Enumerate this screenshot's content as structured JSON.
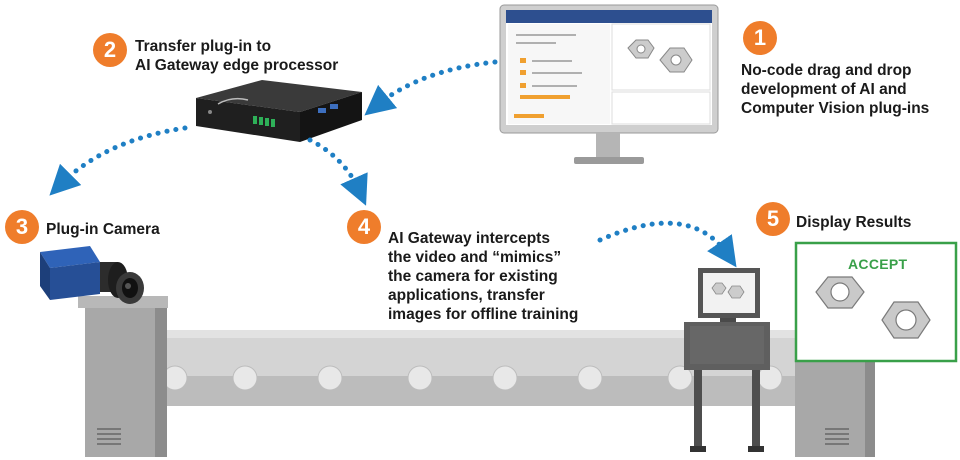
{
  "steps": [
    {
      "number": "1",
      "lines": [
        "No-code drag and drop",
        "development of AI and",
        "Computer Vision plug-ins"
      ]
    },
    {
      "number": "2",
      "lines": [
        "Transfer plug-in to",
        "AI Gateway edge processor"
      ]
    },
    {
      "number": "3",
      "lines": [
        "Plug-in Camera"
      ]
    },
    {
      "number": "4",
      "lines": [
        "AI Gateway intercepts",
        "the video and “mimics”",
        "the camera for existing",
        "applications, transfer",
        "images for offline training"
      ]
    },
    {
      "number": "5",
      "lines": [
        "Display Results"
      ]
    }
  ],
  "result": {
    "label": "ACCEPT"
  },
  "colors": {
    "badge": "#ef7d2b",
    "arrow": "#1f7fc4",
    "accept": "#39a049",
    "conveyor": "#c9c9c9",
    "stand": "#a3a3a3"
  }
}
